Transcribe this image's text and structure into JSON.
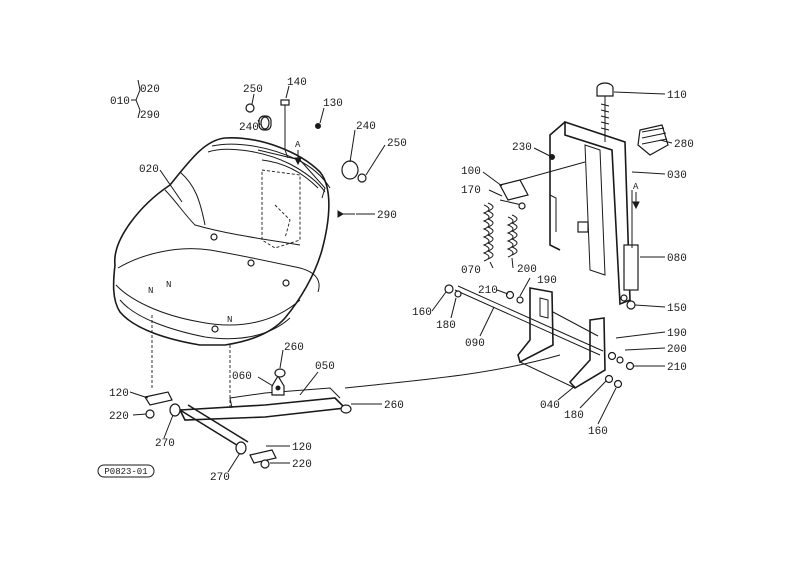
{
  "diagram": {
    "drawing_code": "P0823-01",
    "group_label": "010",
    "group_items": [
      "020",
      "290"
    ],
    "callouts": {
      "seat": "020",
      "bolt_140": "140",
      "washer_250_top": "250",
      "nut_130": "130",
      "cushion_240_left": "240",
      "cushion_240_right": "240",
      "washer_250_right": "250",
      "screw_290": "290",
      "knob_110": "110",
      "bracket_280": "280",
      "bolt_230": "230",
      "frame_030": "030",
      "plate_100": "100",
      "pin_170": "170",
      "damper_080": "080",
      "spring_070": "070",
      "washer_200_a": "200",
      "collar_190_a": "190",
      "bolt_210_a": "210",
      "washer_150": "150",
      "nut_160_a": "160",
      "washer_180_a": "180",
      "shaft_090": "090",
      "collar_190_b": "190",
      "washer_200_b": "200",
      "bolt_210_b": "210",
      "bracket_040": "040",
      "washer_180_b": "180",
      "nut_160_b": "160",
      "stay_060": "060",
      "washer_260_a": "260",
      "link_050": "050",
      "washer_260_b": "260",
      "plate_120_a": "120",
      "nut_220_a": "220",
      "bushing_270_a": "270",
      "plate_120_b": "120",
      "nut_220_b": "220",
      "bushing_270_b": "270"
    },
    "markers": {
      "a_seat": "A",
      "a_frame": "A"
    }
  }
}
